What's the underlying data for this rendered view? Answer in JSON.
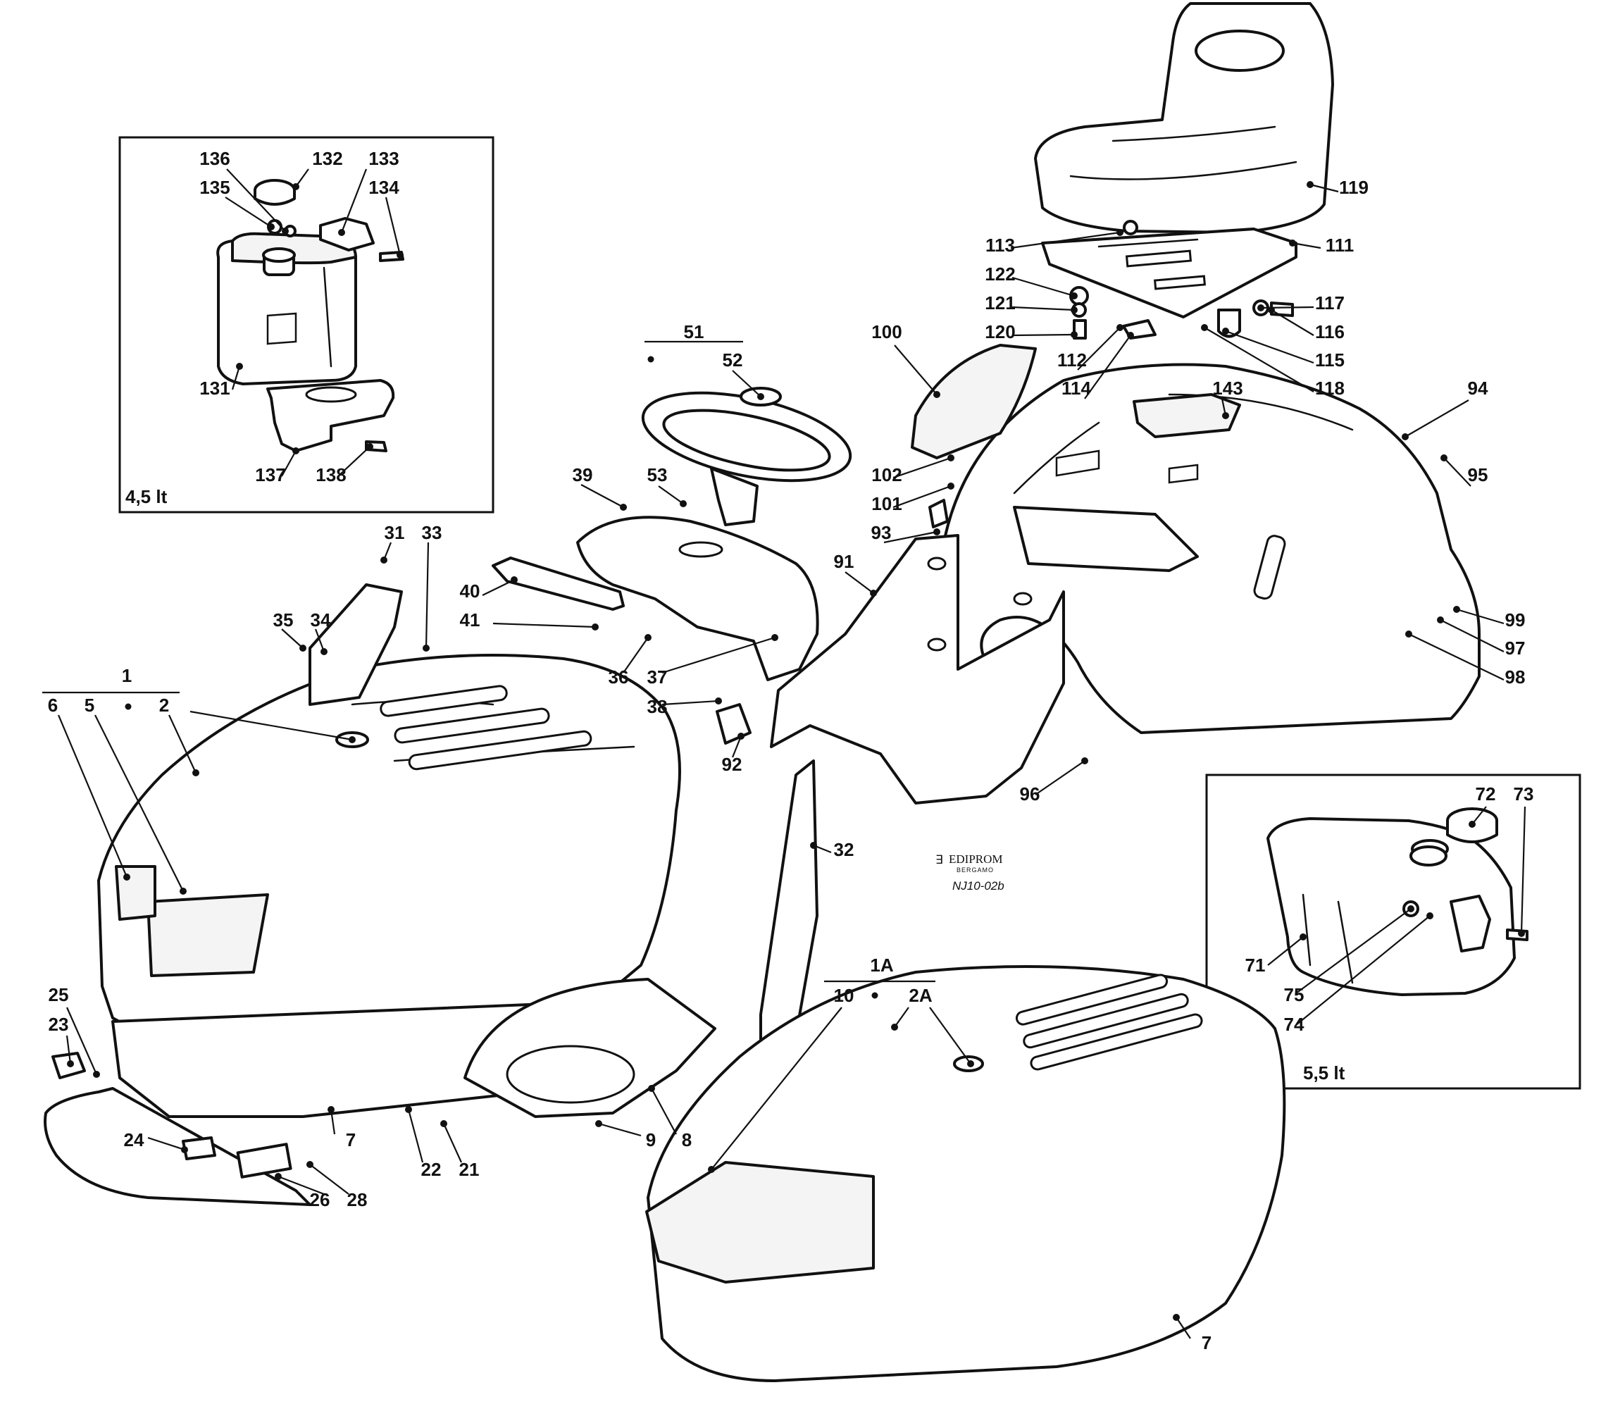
{
  "diagram": {
    "logo_text": "EDIPROM",
    "logo_sub": "BERGAMO",
    "drawing_code": "NJ10-02b",
    "inset_left_volume": "4,5 lt",
    "inset_right_volume": "5,5 lt"
  },
  "labels": {
    "p1": "1",
    "p6": "6",
    "p5": "5",
    "p2": "2",
    "p7a": "7",
    "p7b": "7",
    "p8": "8",
    "p9": "9",
    "p10": "10",
    "p1A": "1A",
    "p2A": "2A",
    "p21": "21",
    "p22": "22",
    "p23": "23",
    "p24": "24",
    "p25": "25",
    "p26": "26",
    "p28": "28",
    "p31": "31",
    "p32": "32",
    "p33": "33",
    "p34": "34",
    "p35": "35",
    "p36": "36",
    "p37": "37",
    "p38": "38",
    "p39": "39",
    "p40": "40",
    "p41": "41",
    "p51": "51",
    "p52": "52",
    "p53": "53",
    "p71": "71",
    "p72": "72",
    "p73": "73",
    "p74": "74",
    "p75": "75",
    "p91": "91",
    "p92": "92",
    "p93": "93",
    "p94": "94",
    "p95": "95",
    "p96": "96",
    "p97": "97",
    "p98": "98",
    "p99": "99",
    "p100": "100",
    "p101": "101",
    "p102": "102",
    "p111": "111",
    "p112": "112",
    "p113": "113",
    "p114": "114",
    "p115": "115",
    "p116": "116",
    "p117": "117",
    "p118": "118",
    "p119": "119",
    "p120": "120",
    "p121": "121",
    "p122": "122",
    "p131": "131",
    "p132": "132",
    "p133": "133",
    "p134": "134",
    "p135": "135",
    "p136": "136",
    "p137": "137",
    "p138": "138",
    "p143": "143"
  }
}
